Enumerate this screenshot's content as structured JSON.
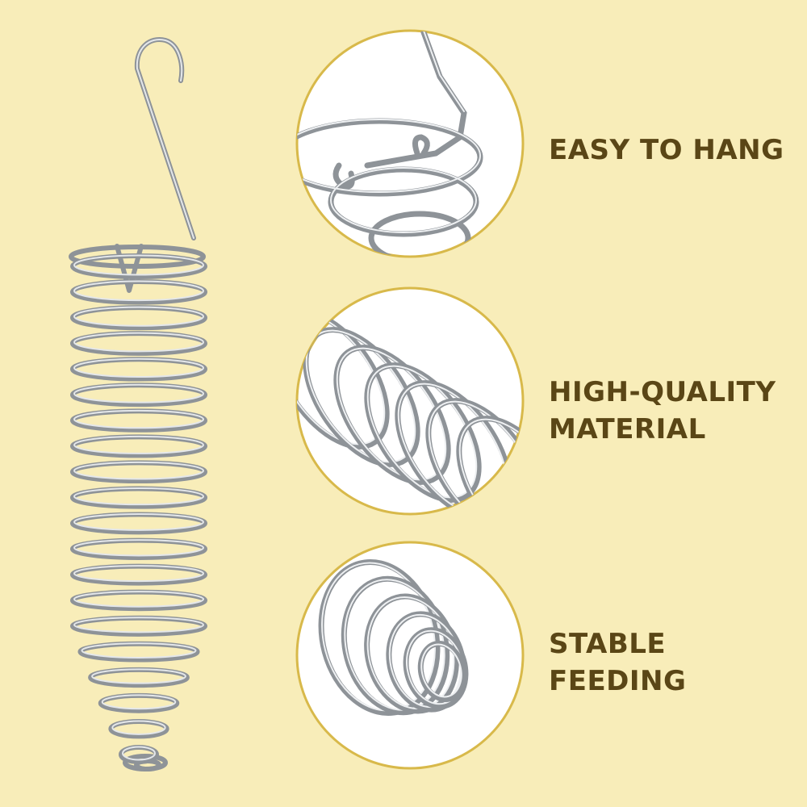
{
  "features": [
    {
      "lines": [
        "EASY TO HANG"
      ],
      "icon": "hook-closeup"
    },
    {
      "lines": [
        "HIGH-QUALITY",
        "MATERIAL"
      ],
      "icon": "coil-closeup"
    },
    {
      "lines": [
        "STABLE",
        "FEEDING"
      ],
      "icon": "cone-closeup"
    }
  ],
  "colors": {
    "background": "#f8edb9",
    "circle_border": "#d8b94a",
    "circle_fill": "#ffffff",
    "text": "#5a4616",
    "metal": "#9aa0a6",
    "metal_highlight": "#e4e7ea"
  },
  "product": {
    "icon": "spiral-wire-bird-feeder"
  }
}
